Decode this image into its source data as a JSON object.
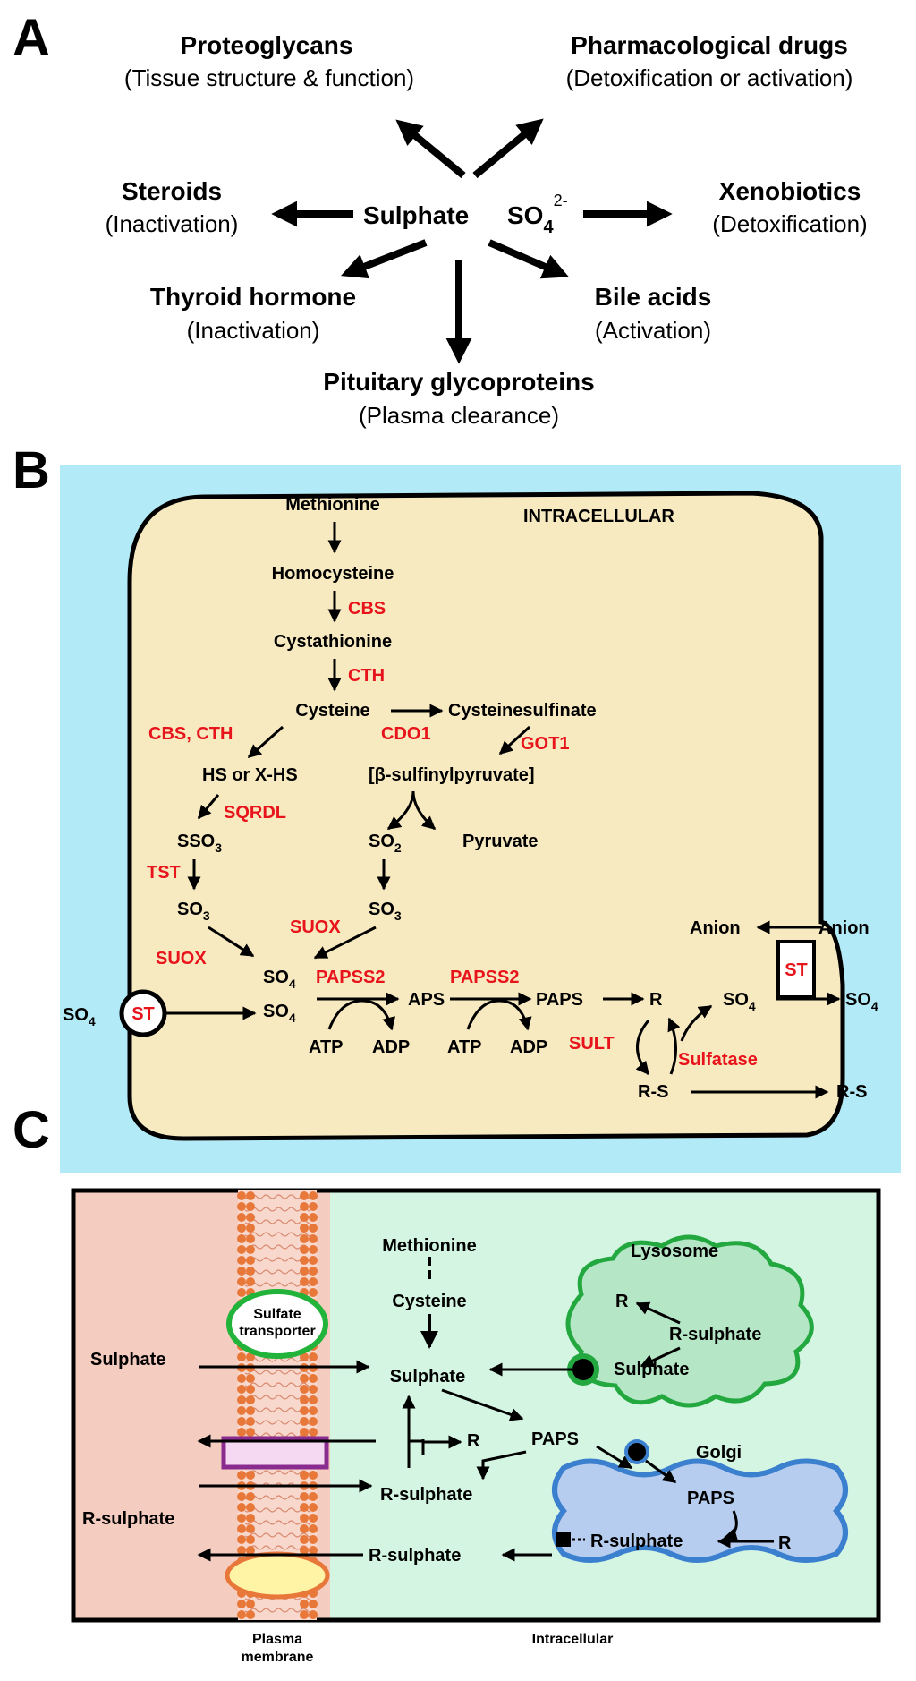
{
  "panels": {
    "a": "A",
    "b": "B",
    "c": "C"
  },
  "panel_a": {
    "center": "Sulphate",
    "formula": "SO",
    "formula_sub": "4",
    "formula_sup": "2-",
    "targets": [
      {
        "name": "Proteoglycans",
        "role": "(Tissue structure & function)"
      },
      {
        "name": "Pharmacological drugs",
        "role": "(Detoxification or activation)"
      },
      {
        "name": "Steroids",
        "role": "(Inactivation)"
      },
      {
        "name": "Xenobiotics",
        "role": "(Detoxification)"
      },
      {
        "name": "Thyroid hormone",
        "role": "(Inactivation)"
      },
      {
        "name": "Bile acids",
        "role": "(Activation)"
      },
      {
        "name": "Pituitary glycoproteins",
        "role": "(Plasma clearance)"
      }
    ]
  },
  "panel_b": {
    "compartment": "INTRACELLULAR",
    "metabolites": {
      "methionine": "Methionine",
      "homocysteine": "Homocysteine",
      "cystathionine": "Cystathionine",
      "cysteine": "Cysteine",
      "cysteinesulfinate": "Cysteinesulfinate",
      "hs": "HS or X-HS",
      "sulfinylpyruvate": "[β-sulfinylpyruvate]",
      "sso": "SSO",
      "so": "SO",
      "pyruvate": "Pyruvate",
      "aps": "APS",
      "paps": "PAPS",
      "atp": "ATP",
      "adp": "ADP",
      "r": "R",
      "rs": "R-S",
      "anion": "Anion",
      "sub2": "2",
      "sub3": "3",
      "sub4": "4"
    },
    "enzymes": {
      "cbs": "CBS",
      "cth": "CTH",
      "cbs_cth": "CBS, CTH",
      "cdo1": "CDO1",
      "got1": "GOT1",
      "sqrdl": "SQRDL",
      "tst": "TST",
      "suox": "SUOX",
      "papss2": "PAPSS2",
      "sult": "SULT",
      "sulfatase": "Sulfatase",
      "st": "ST"
    }
  },
  "panel_c": {
    "methionine": "Methionine",
    "cysteine": "Cysteine",
    "sulphate": "Sulphate",
    "paps": "PAPS",
    "r": "R",
    "r_sulphate": "R-sulphate",
    "lysosome": "Lysosome",
    "golgi": "Golgi",
    "transporter_1": "Sulfate",
    "transporter_2": "transporter",
    "plasma_1": "Plasma",
    "plasma_2": "membrane",
    "intracellular": "Intracellular"
  },
  "colors": {
    "enzyme_red": "#e8141b",
    "cell_fill": "#f8eac0",
    "extracellular_blue": "#b3eaf7",
    "extracellular_pink": "#f5ccc0",
    "cytoplasm_green": "#d4f5e2",
    "lysosome_green": "#b5e6c5",
    "lysosome_border": "#23a840",
    "golgi_blue": "#b7cdf0",
    "golgi_border": "#3b7fcf",
    "membrane_orange": "#e8783a"
  }
}
